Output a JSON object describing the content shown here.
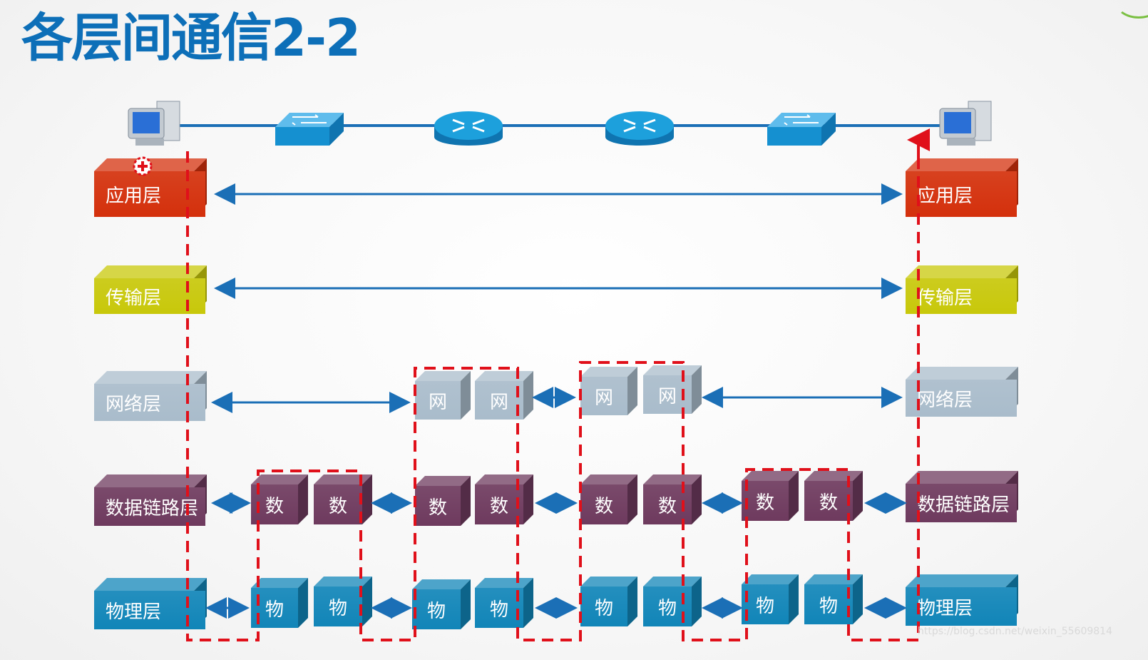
{
  "title": "各层间通信2-2",
  "colors": {
    "application": "#d4300c",
    "transport": "#c8c80a",
    "network": "#a9bccb",
    "datalink": "#6e3a5e",
    "physical": "#1185b8",
    "arrow": "#1b6fb6",
    "dashed": "#e0101a",
    "title": "#0d6fb8"
  },
  "devices": [
    {
      "type": "computer-icon"
    },
    {
      "type": "switch-icon"
    },
    {
      "type": "router-icon"
    },
    {
      "type": "router-icon"
    },
    {
      "type": "switch-icon"
    },
    {
      "type": "computer-icon"
    }
  ],
  "layers": {
    "application": "应用层",
    "transport": "传输层",
    "network": "网络层",
    "datalink": "数据链路层",
    "physical": "物理层"
  },
  "short": {
    "network": "网",
    "datalink": "数",
    "physical": "物"
  },
  "watermark": "https://blog.csdn.net/weixin_55609814"
}
